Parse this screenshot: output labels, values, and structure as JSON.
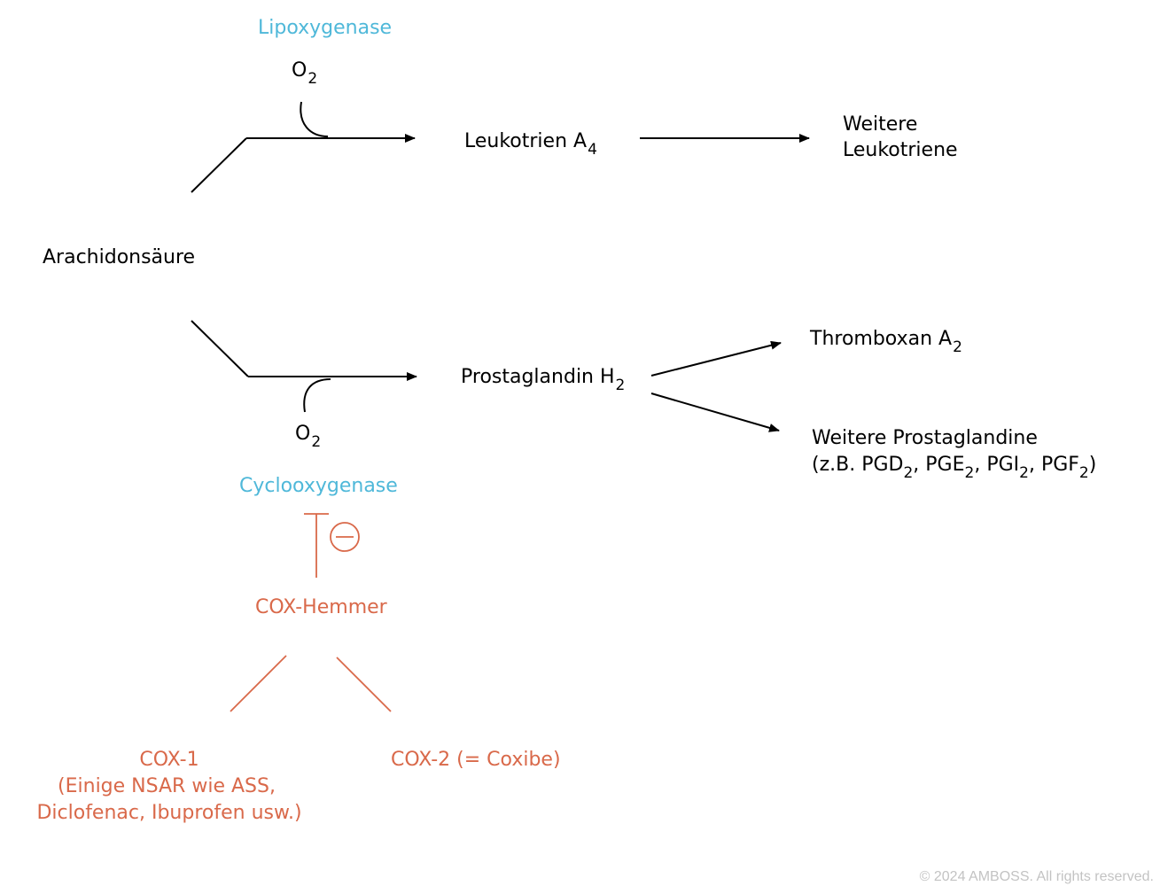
{
  "diagram": {
    "substrate": "Arachidonsäure",
    "lipoxygenase_branch": {
      "enzyme": "Lipoxygenase",
      "cofactor": {
        "base": "O",
        "sub": "2"
      },
      "product": {
        "base": "Leukotrien A",
        "sub": "4"
      },
      "downstream": {
        "line1": "Weitere",
        "line2": "Leukotriene"
      }
    },
    "cyclooxygenase_branch": {
      "enzyme": "Cyclooxygenase",
      "cofactor": {
        "base": "O",
        "sub": "2"
      },
      "product": {
        "base": "Prostaglandin H",
        "sub": "2"
      },
      "thromboxane": {
        "base": "Thromboxan A",
        "sub": "2"
      },
      "further": {
        "line1": "Weitere Prostaglandine",
        "line2": {
          "open": "(z.B. PGD",
          "s1": "2",
          "t2": ", PGE",
          "s2": "2",
          "t3": ", PGI",
          "s3": "2",
          "t4": ", PGF",
          "s4": "2",
          "close": ")"
        }
      }
    },
    "inhibition": {
      "symbol": "⊖",
      "inhibitor": "COX-Hemmer",
      "cox1": {
        "line1": "COX-1",
        "line2": "(Einige NSAR wie ASS,",
        "line3": "Diclofenac, Ibuprofen usw.)"
      },
      "cox2": "COX-2 (= Coxibe)"
    }
  },
  "footer": {
    "copyright": "© 2024 AMBOSS. All rights reserved."
  },
  "colors": {
    "enzyme": "#4fb8d9",
    "inhibitor": "#d9694a",
    "text": "#000000",
    "footer": "#c3c3c3"
  }
}
